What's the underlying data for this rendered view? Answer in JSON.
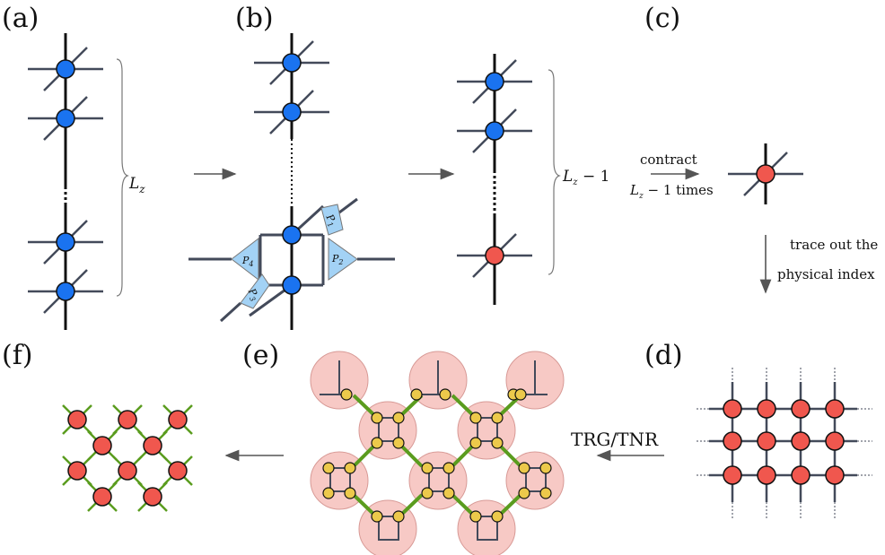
{
  "panels": {
    "a": "(a)",
    "b": "(b)",
    "c": "(c)",
    "d": "(d)",
    "e": "(e)",
    "f": "(f)"
  },
  "labels": {
    "lz": "L",
    "lz_sub": "z",
    "lz_minus_1": "L",
    "lz_minus_1_sub": "z",
    "lz_minus_1_rest": " − 1",
    "contract_line1": "contract",
    "contract_line2_a": "L",
    "contract_line2_sub": "z",
    "contract_line2_b": " − 1 times",
    "trace_line1": "trace out the",
    "trace_line2": "physical index",
    "trg_tnr": "TRG/TNR",
    "p1": "P",
    "p1_sub": "1",
    "p2": "P",
    "p2_sub": "2",
    "p3": "P",
    "p3_sub": "3",
    "p4": "P",
    "p4_sub": "4"
  },
  "colors": {
    "blue_node": "#1a73f0",
    "red_node": "#f0574e",
    "yellow_node": "#ecc94b",
    "pink_circle": "#f7c9c5",
    "green_bond": "#5a9c1e",
    "edge": "#434a5a",
    "projector": "#a3d2f5"
  }
}
